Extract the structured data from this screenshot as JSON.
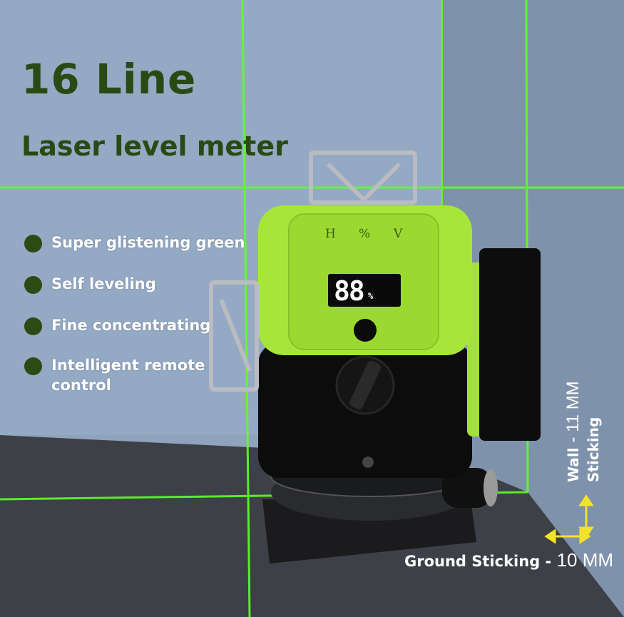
{
  "title": "16 Line",
  "subtitle": "Laser level meter",
  "features": [
    "Super glistening green",
    "Self leveling",
    "Fine concentrating",
    "Intelligent remote control"
  ],
  "feature_lines": {
    "remote_line1": "Intelligent remote",
    "remote_line2": "control"
  },
  "display": {
    "value": "88",
    "unit": "%"
  },
  "panel_labels": {
    "h": "H",
    "percent": "%",
    "v": "V"
  },
  "ground": {
    "label": "Ground Sticking -",
    "value": "10 MM"
  },
  "wall": {
    "line1": "Wall",
    "line1_suffix": "- 11 MM",
    "line2": "Sticking"
  },
  "colors": {
    "laser_green": "#5dff2a",
    "body_green": "#a6e63a",
    "text_dark_green": "#2a4a14",
    "wall_blue": "#8fa3bd",
    "floor_grey": "#3e4146"
  }
}
